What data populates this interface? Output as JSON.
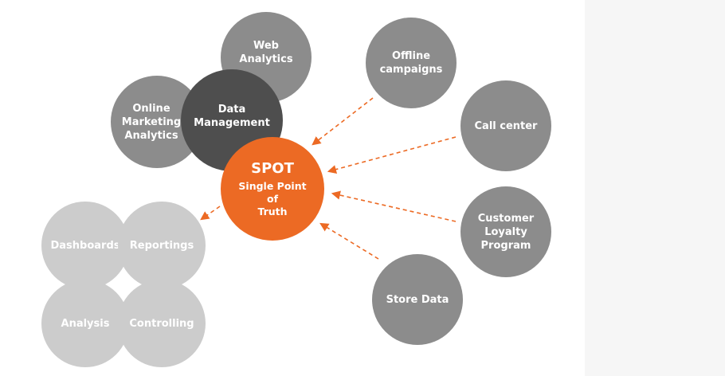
{
  "colors": {
    "source": "#8c8c8c",
    "dark": "#4e4e4e",
    "output": "#cccccc",
    "spot": "#ec6a24",
    "arrow": "#ec6a24"
  },
  "nodes": {
    "web_analytics": "Web\nAnalytics",
    "online_marketing": "Online\nMarketing\nAnalytics",
    "data_management": "Data\nManagement",
    "offline_campaigns": "Offline\ncampaigns",
    "call_center": "Call center",
    "customer_loyalty": "Customer\nLoyalty\nProgram",
    "store_data": "Store Data",
    "dashboards": "Dashboards",
    "reportings": "Reportings",
    "analysis": "Analysis",
    "controlling": "Controlling"
  },
  "spot": {
    "title": "SPOT",
    "subtitle": "Single Point of\nTruth"
  }
}
